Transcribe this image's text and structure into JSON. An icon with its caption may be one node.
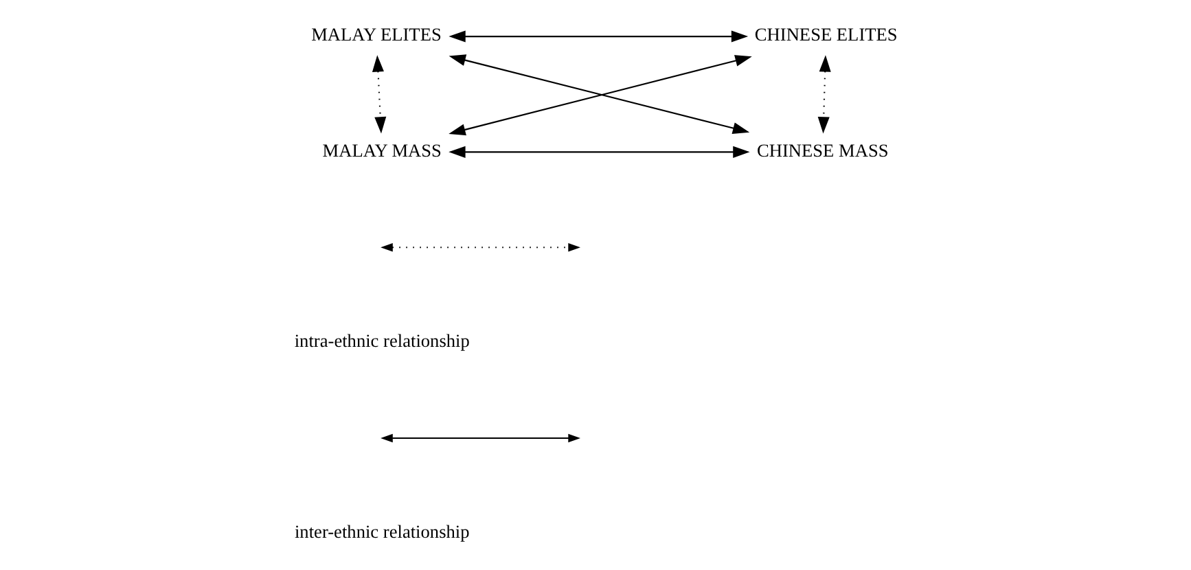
{
  "diagram": {
    "nodes": [
      {
        "text": [
          "MALAY ELITES"
        ]
      },
      {
        "text": [
          "CHINESE ELITES"
        ]
      },
      {
        "text": [
          "MALAY MASS"
        ]
      },
      {
        "text": [
          "CHINESE MASS"
        ]
      }
    ],
    "edges": [
      {
        "from": 0,
        "to": 1,
        "arrow": "both"
      },
      {
        "from": 0,
        "to": 2,
        "arrow": "both",
        "style": "dashed"
      },
      {
        "from": 1,
        "to": 3,
        "arrow": "both",
        "style": "dashed"
      },
      {
        "from": 0,
        "to": 3,
        "arrow": "both"
      },
      {
        "from": 1,
        "to": 2,
        "arrow": "both"
      },
      {
        "from": 2,
        "to": 3,
        "arrow": "both"
      }
    ],
    "legend": [
      {
        "text": "intra-ethnic relationship"
      },
      {
        "text": "inter-ethnic relationship"
      }
    ]
  }
}
